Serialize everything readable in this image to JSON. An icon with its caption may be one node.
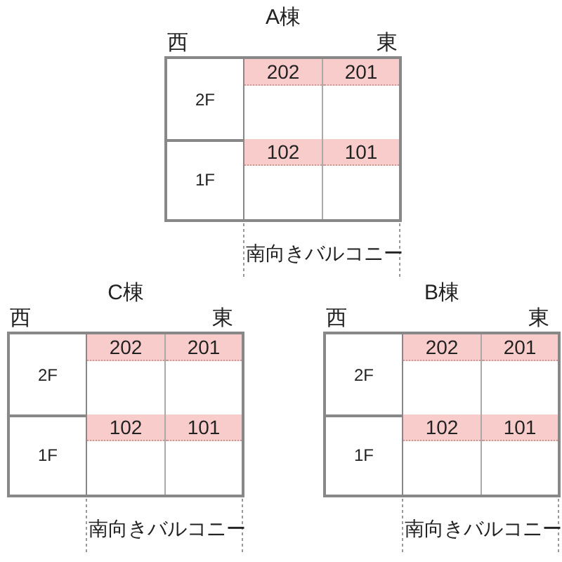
{
  "diagram": {
    "nodes": [
      {
        "text": [
          "A棟"
        ]
      },
      {
        "text": [
          "2F"
        ],
        "in": 0
      },
      {
        "text": [
          "202"
        ],
        "in": 0
      },
      {
        "text": [
          "201"
        ],
        "in": 0
      },
      {
        "text": [
          "1F"
        ],
        "in": 0
      },
      {
        "text": [
          "102"
        ],
        "in": 0
      },
      {
        "text": [
          "101"
        ],
        "in": 0
      },
      {
        "text": [
          "C棟"
        ]
      },
      {
        "text": [
          "2F"
        ],
        "in": 7
      },
      {
        "text": [
          "202"
        ],
        "in": 7
      },
      {
        "text": [
          "201"
        ],
        "in": 7
      },
      {
        "text": [
          "1F"
        ],
        "in": 7
      },
      {
        "text": [
          "102"
        ],
        "in": 7
      },
      {
        "text": [
          "101"
        ],
        "in": 7
      },
      {
        "text": [
          "B棟"
        ]
      },
      {
        "text": [
          "2F"
        ],
        "in": 14
      },
      {
        "text": [
          "202"
        ],
        "in": 14
      },
      {
        "text": [
          "201"
        ],
        "in": 14
      },
      {
        "text": [
          "1F"
        ],
        "in": 14
      },
      {
        "text": [
          "102"
        ],
        "in": 14
      },
      {
        "text": [
          "101"
        ],
        "in": 14
      }
    ],
    "labels": [
      "西",
      "東",
      "南向きバルコニー",
      "西",
      "東",
      "西",
      "東",
      "南向きバルコニー",
      "南向きバルコニー"
    ]
  }
}
